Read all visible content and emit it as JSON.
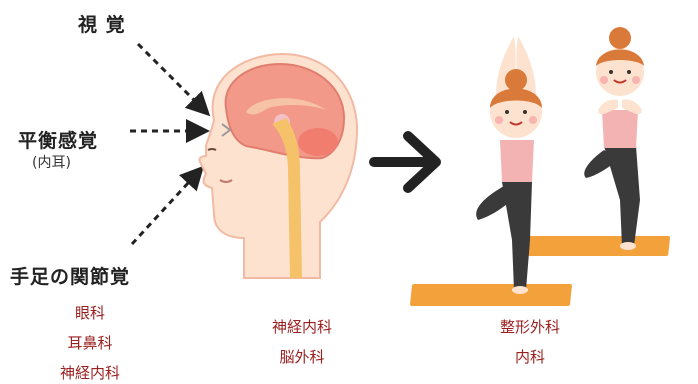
{
  "inputs": {
    "vision": "視 覚",
    "balance": "平衡感覚",
    "balance_note": "(内耳)",
    "proprioception": "手足の関節覚"
  },
  "departments": {
    "sensory": [
      "眼科",
      "耳鼻科",
      "神経内科"
    ],
    "brain": [
      "神経内科",
      "脳外科"
    ],
    "body": [
      "整形外科",
      "内科"
    ]
  },
  "colors": {
    "department_text": "#9a1f1f",
    "arrow": "#222222",
    "mat": "#f2a13b",
    "skin": "#fde3cf",
    "brain": "#f2998a",
    "top": "#f3b3b3",
    "pants": "#3a3a3a",
    "hair": "#d97a3a"
  }
}
